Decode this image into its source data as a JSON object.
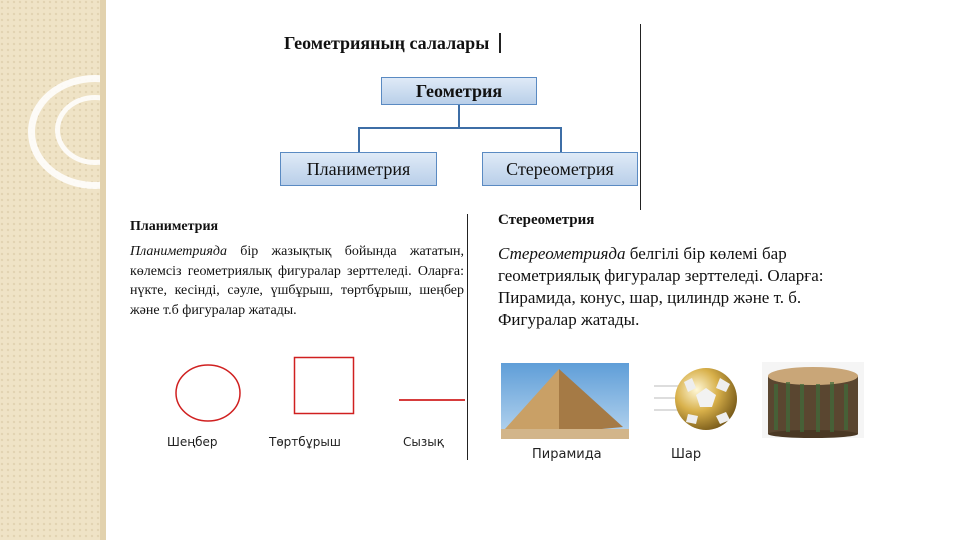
{
  "slide": {
    "title": "Геометрияның салалары",
    "diagram": {
      "root": "Геометрия",
      "children": [
        "Планиметрия",
        "Стереометрия"
      ]
    },
    "left": {
      "heading": "Планиметрия",
      "term": "Планиметрияда",
      "text": " бір жазықтық бойында жататын, көлемсіз геометриялық фигуралар зерттеледі. Оларға: нүкте, кесінді, сәуле, үшбұрыш, төртбұрыш, шеңбер және т.б фигуралар жатады.",
      "shapes": [
        "Шеңбер",
        "Төртбұрыш",
        "Сызық"
      ]
    },
    "right": {
      "heading": "Стереометрия",
      "term": "Стереометрияда",
      "text": " белгілі бір көлемі бар геометриялық фигуралар зерттеледі. Оларға: Пирамида, конус, шар, цилиндр және т. б. Фигуралар жатады.",
      "images": [
        "Пирамида",
        "Шар"
      ]
    },
    "colors": {
      "shape_stroke": "#d02020",
      "box_border": "#5a8ac2",
      "sidebar": "#efe3c6"
    },
    "icons": [
      "circle-shape-icon",
      "square-shape-icon",
      "line-shape-icon",
      "pyramid-image",
      "ball-image",
      "cylinder-stump-image"
    ]
  }
}
